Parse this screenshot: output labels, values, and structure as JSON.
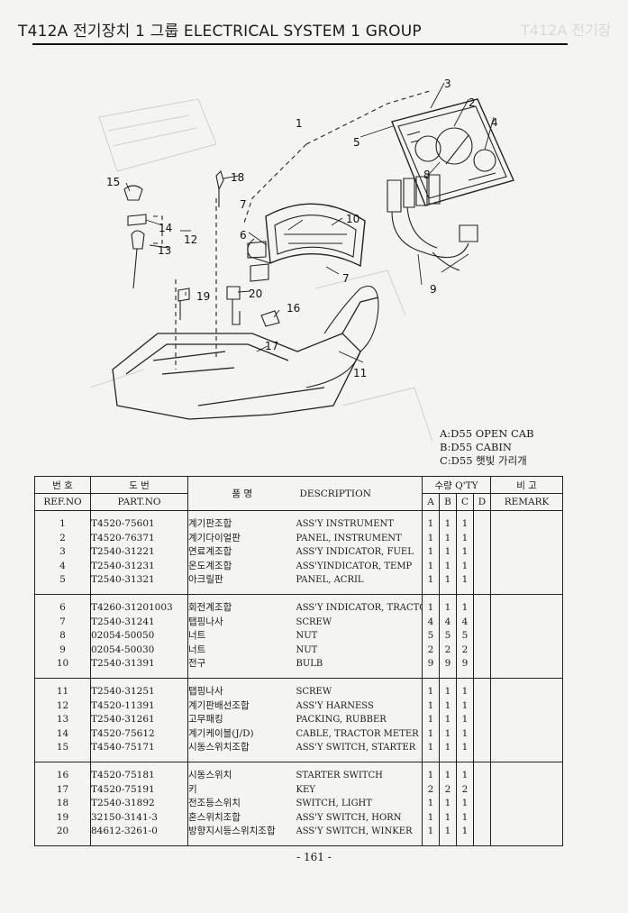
{
  "header": {
    "title": "T412A 전기장치 1 그룹 ELECTRICAL SYSTEM 1 GROUP",
    "ghost": "T412A 전기장"
  },
  "diagram": {
    "callouts": [
      "1",
      "2",
      "3",
      "4",
      "5",
      "6",
      "7",
      "7",
      "8",
      "9",
      "10",
      "11",
      "12",
      "13",
      "14",
      "15",
      "16",
      "17",
      "18",
      "19",
      "20"
    ]
  },
  "legend": [
    "A:D55 OPEN CAB",
    "B:D55 CABIN",
    "C:D55 햇빛 가리개"
  ],
  "table": {
    "headers": {
      "ref_kor": "번 호",
      "ref_eng": "REF.NO",
      "part_kor": "도 번",
      "part_eng": "PART.NO",
      "name_kor": "품 명",
      "desc": "DESCRIPTION",
      "qty": "수량 Q'TY",
      "col_a": "A",
      "col_b": "B",
      "col_c": "C",
      "col_d": "D",
      "remark_kor": "비 고",
      "remark_eng": "REMARK"
    },
    "groups": [
      [
        {
          "ref": "1",
          "part": "T4520-75601",
          "kor": "계기판조합",
          "desc": "ASS'Y INSTRUMENT",
          "a": "1",
          "b": "1",
          "c": "1",
          "d": ""
        },
        {
          "ref": "2",
          "part": "T4520-76371",
          "kor": "계기다이얼판",
          "desc": "PANEL, INSTRUMENT",
          "a": "1",
          "b": "1",
          "c": "1",
          "d": ""
        },
        {
          "ref": "3",
          "part": "T2540-31221",
          "kor": "연료계조합",
          "desc": "ASS'Y INDICATOR, FUEL",
          "a": "1",
          "b": "1",
          "c": "1",
          "d": ""
        },
        {
          "ref": "4",
          "part": "T2540-31231",
          "kor": "온도계조합",
          "desc": "ASS'YINDICATOR, TEMP",
          "a": "1",
          "b": "1",
          "c": "1",
          "d": ""
        },
        {
          "ref": "5",
          "part": "T2540-31321",
          "kor": "아크릴판",
          "desc": "PANEL, ACRIL",
          "a": "1",
          "b": "1",
          "c": "1",
          "d": ""
        }
      ],
      [
        {
          "ref": "6",
          "part": "T4260-31201003",
          "kor": "회전계조합",
          "desc": "ASS'Y INDICATOR, TRACTOR",
          "a": "1",
          "b": "1",
          "c": "1",
          "d": ""
        },
        {
          "ref": "7",
          "part": "T2540-31241",
          "kor": "탭핑나사",
          "desc": "SCREW",
          "a": "4",
          "b": "4",
          "c": "4",
          "d": ""
        },
        {
          "ref": "8",
          "part": "02054-50050",
          "kor": "너트",
          "desc": "NUT",
          "a": "5",
          "b": "5",
          "c": "5",
          "d": ""
        },
        {
          "ref": "9",
          "part": "02054-50030",
          "kor": "너트",
          "desc": "NUT",
          "a": "2",
          "b": "2",
          "c": "2",
          "d": ""
        },
        {
          "ref": "10",
          "part": "T2540-31391",
          "kor": "전구",
          "desc": "BULB",
          "a": "9",
          "b": "9",
          "c": "9",
          "d": ""
        }
      ],
      [
        {
          "ref": "11",
          "part": "T2540-31251",
          "kor": "탭핑나사",
          "desc": "SCREW",
          "a": "1",
          "b": "1",
          "c": "1",
          "d": ""
        },
        {
          "ref": "12",
          "part": "T4520-11391",
          "kor": "계기판배선조합",
          "desc": "ASS'Y HARNESS",
          "a": "1",
          "b": "1",
          "c": "1",
          "d": ""
        },
        {
          "ref": "13",
          "part": "T2540-31261",
          "kor": "고무패킹",
          "desc": "PACKING, RUBBER",
          "a": "1",
          "b": "1",
          "c": "1",
          "d": ""
        },
        {
          "ref": "14",
          "part": "T4520-75612",
          "kor": "계기케이블(J/D)",
          "desc": "CABLE, TRACTOR METER",
          "a": "1",
          "b": "1",
          "c": "1",
          "d": ""
        },
        {
          "ref": "15",
          "part": "T4540-75171",
          "kor": "시동스위치조합",
          "desc": "ASS'Y SWITCH, STARTER",
          "a": "1",
          "b": "1",
          "c": "1",
          "d": ""
        }
      ],
      [
        {
          "ref": "16",
          "part": "T4520-75181",
          "kor": "시동스위치",
          "desc": "STARTER SWITCH",
          "a": "1",
          "b": "1",
          "c": "1",
          "d": ""
        },
        {
          "ref": "17",
          "part": "T4520-75191",
          "kor": "키",
          "desc": "KEY",
          "a": "2",
          "b": "2",
          "c": "2",
          "d": ""
        },
        {
          "ref": "18",
          "part": "T2540-31892",
          "kor": "전조등스위치",
          "desc": "SWITCH, LIGHT",
          "a": "1",
          "b": "1",
          "c": "1",
          "d": ""
        },
        {
          "ref": "19",
          "part": "32150-3141-3",
          "kor": "혼스위치조합",
          "desc": "ASS'Y SWITCH, HORN",
          "a": "1",
          "b": "1",
          "c": "1",
          "d": ""
        },
        {
          "ref": "20",
          "part": "84612-3261-0",
          "kor": "방향지시등스위치조합",
          "desc": "ASS'Y SWITCH, WINKER",
          "a": "1",
          "b": "1",
          "c": "1",
          "d": ""
        }
      ]
    ]
  },
  "footer": {
    "page": "- 161 -"
  }
}
